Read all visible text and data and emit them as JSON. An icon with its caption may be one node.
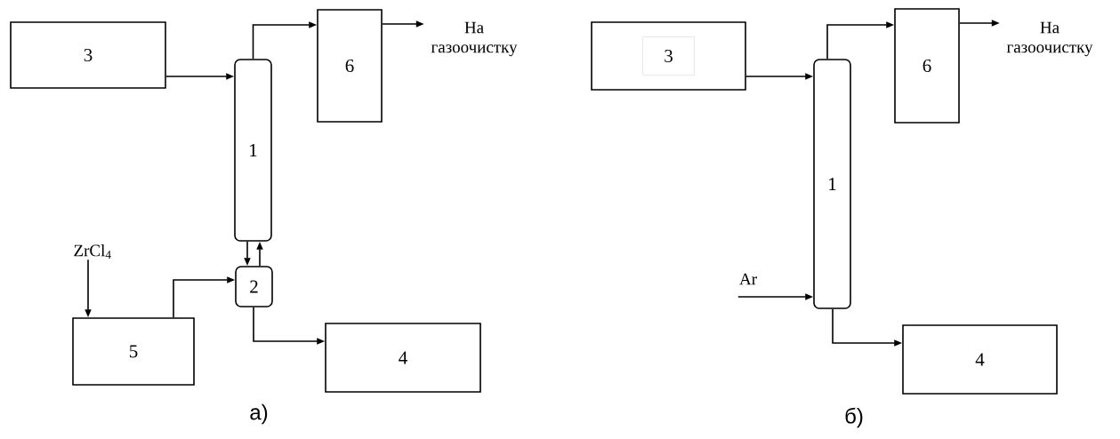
{
  "diagram": {
    "nodes": [
      {
        "text": [
          "3"
        ]
      },
      {
        "text": [
          "1"
        ]
      },
      {
        "text": [
          "6"
        ]
      },
      {
        "text": [
          "На газоочистку"
        ]
      },
      {
        "text": [
          "ZrCl$_{4}$"
        ]
      },
      {
        "text": [
          "5"
        ]
      },
      {
        "text": [
          "2"
        ]
      },
      {
        "text": [
          "4"
        ]
      },
      {
        "text": [],
        "shape": "box"
      },
      {
        "text": [
          "3"
        ],
        "in": 8
      },
      {
        "text": [
          "1"
        ]
      },
      {
        "text": [
          "6"
        ]
      },
      {
        "text": [
          "На газоочистку"
        ]
      },
      {
        "text": [
          "Ar"
        ]
      },
      {
        "text": [
          "4"
        ]
      }
    ],
    "edges": [
      {
        "from": 0,
        "to": 1,
        "arrow": "to"
      },
      {
        "from": 1,
        "to": 2,
        "arrow": "to"
      },
      {
        "from": 2,
        "to": 3,
        "arrow": "to"
      },
      {
        "from": 4,
        "to": 5,
        "arrow": "to"
      },
      {
        "from": 5,
        "to": 6,
        "arrow": "to"
      },
      {
        "from": 1,
        "to": 6,
        "arrow": "to"
      },
      {
        "from": 6,
        "to": 1,
        "arrow": "to"
      },
      {
        "from": 6,
        "to": 7,
        "arrow": "to"
      },
      {
        "from": 8,
        "to": 10,
        "arrow": "to"
      },
      {
        "from": 10,
        "to": 11,
        "arrow": "to"
      },
      {
        "from": 11,
        "to": 12,
        "arrow": "to"
      },
      {
        "from": 13,
        "to": 10,
        "arrow": "to"
      },
      {
        "from": 10,
        "to": 14,
        "arrow": "to"
      }
    ],
    "labels": [
      "а)",
      "б)"
    ]
  }
}
